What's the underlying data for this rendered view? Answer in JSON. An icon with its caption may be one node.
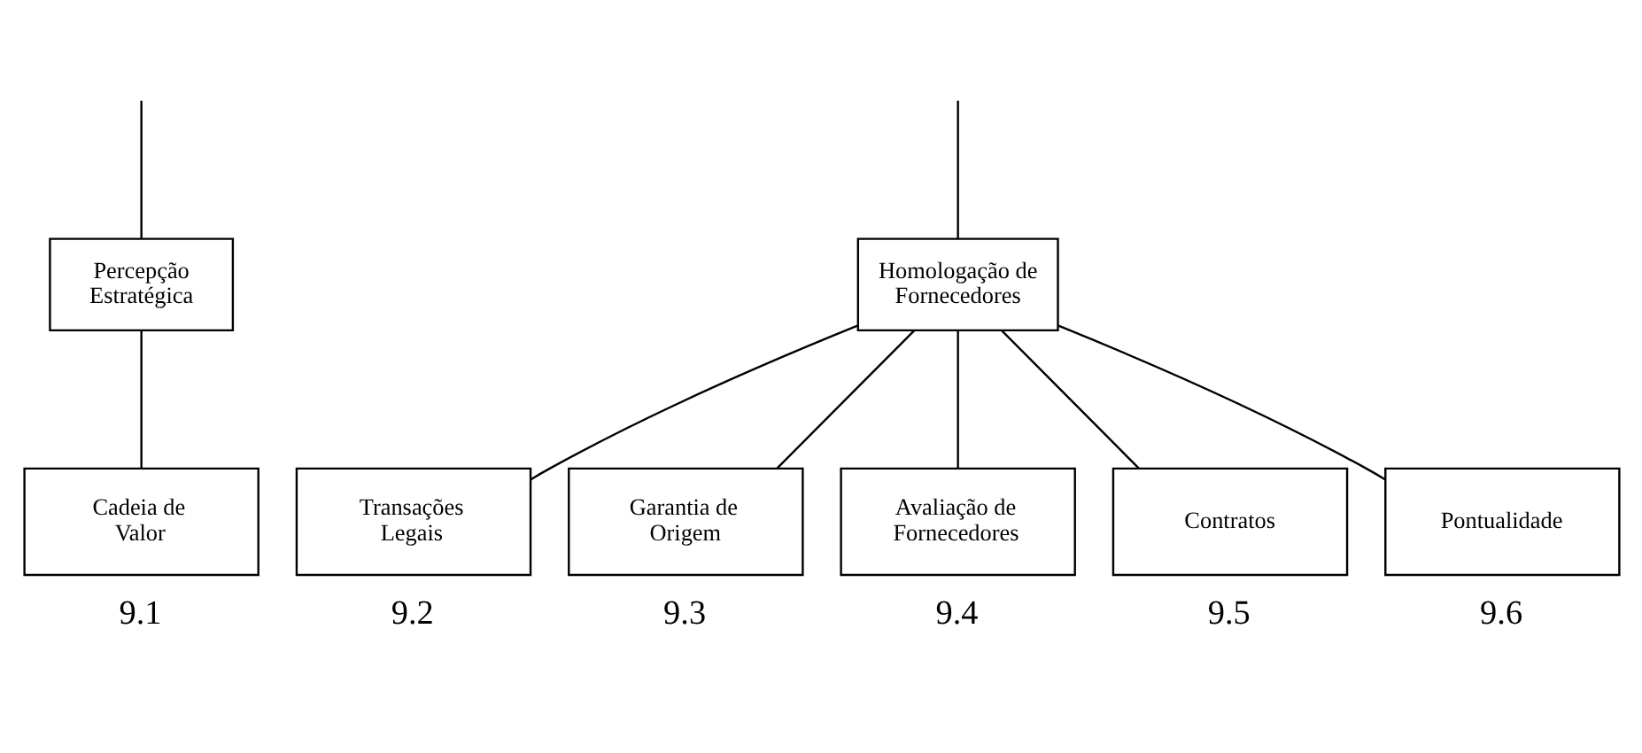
{
  "diagram": {
    "nodes": [
      {
        "text": [
          "Percepção Estratégica"
        ]
      },
      {
        "text": [
          "Homologação de Fornecedores"
        ]
      },
      {
        "text": [
          "Cadeia de Valor"
        ],
        "beside": [
          "9.1"
        ]
      },
      {
        "text": [
          "Transações Legais"
        ],
        "beside": [
          "9.2"
        ]
      },
      {
        "text": [
          "Garantia de Origem"
        ],
        "beside": [
          "9.3"
        ]
      },
      {
        "text": [
          "Avaliação de Fornecedores"
        ],
        "beside": [
          "9.4"
        ]
      },
      {
        "text": [
          "Contratos"
        ],
        "beside": [
          "9.5"
        ]
      },
      {
        "text": [
          "Pontualidade"
        ],
        "beside": [
          "9.6"
        ]
      }
    ],
    "edges": [
      {
        "from": null,
        "to": 0,
        "arrow": "none"
      },
      {
        "from": null,
        "to": 1,
        "arrow": "none"
      },
      {
        "from": 0,
        "to": 2,
        "arrow": "none"
      },
      {
        "from": 1,
        "to": 3,
        "arrow": "none"
      },
      {
        "from": 1,
        "to": 4,
        "arrow": "none"
      },
      {
        "from": 1,
        "to": 5,
        "arrow": "none"
      },
      {
        "from": 1,
        "to": 6,
        "arrow": "none"
      },
      {
        "from": 1,
        "to": 7,
        "arrow": "none"
      }
    ]
  }
}
